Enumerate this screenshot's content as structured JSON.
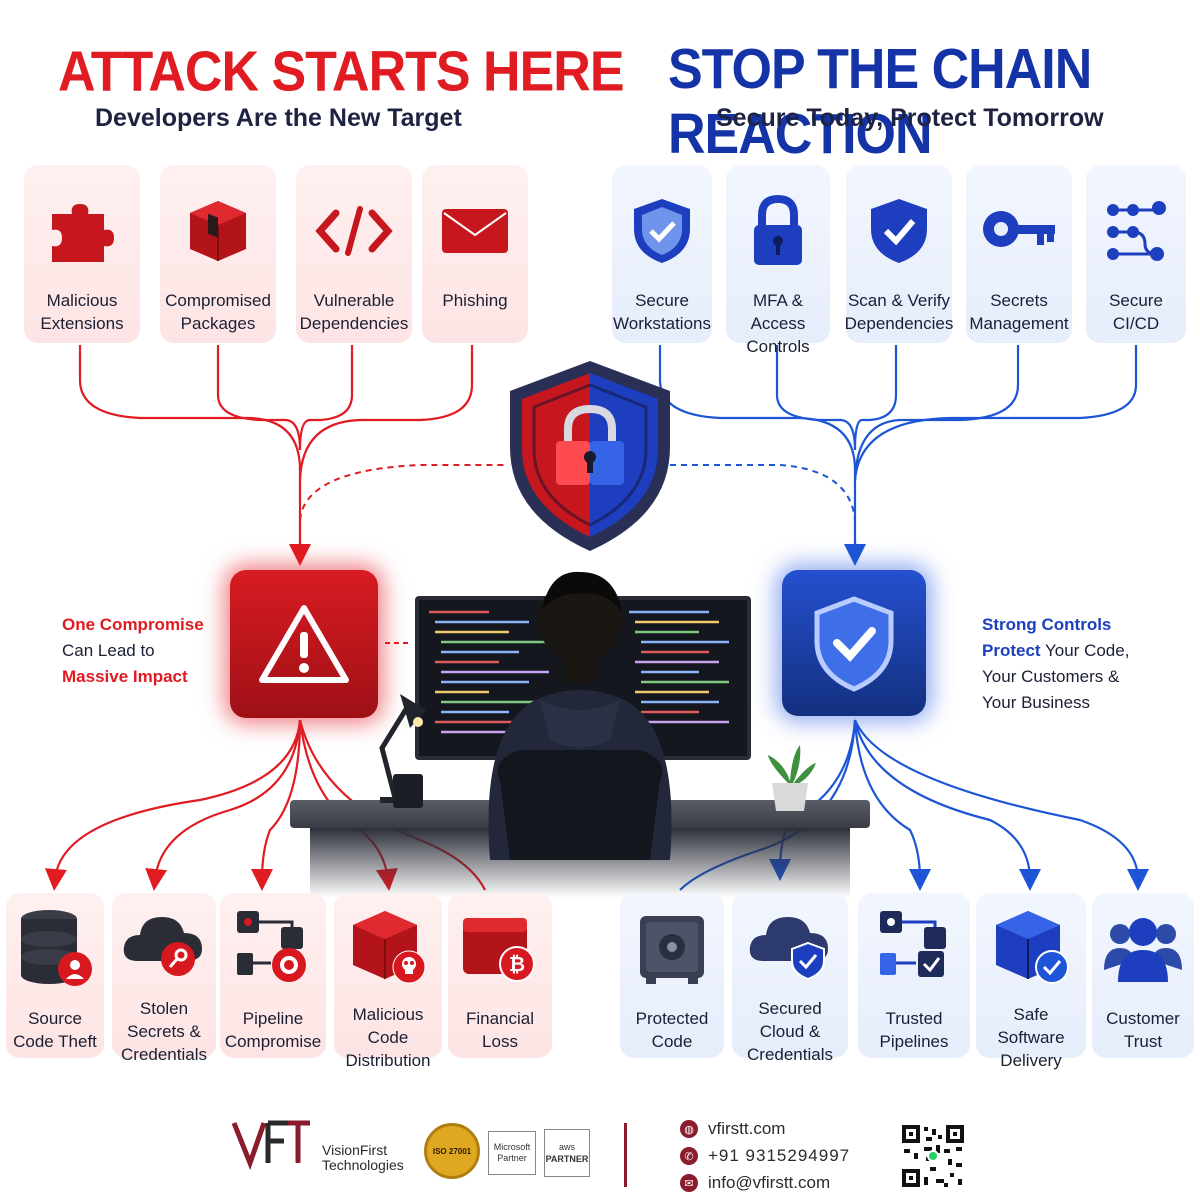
{
  "left_title": "ATTACK STARTS HERE",
  "left_subtitle": "Developers Are the New Target",
  "right_title": "STOP THE CHAIN REACTION",
  "right_subtitle": "Secure Today, Protect Tomorrow",
  "attack_vectors": [
    {
      "label": "Malicious Extensions",
      "icon": "puzzle-icon"
    },
    {
      "label": "Compromised Packages",
      "icon": "package-icon"
    },
    {
      "label": "Vulnerable Dependencies",
      "icon": "code-icon"
    },
    {
      "label": "Phishing",
      "icon": "envelope-icon"
    }
  ],
  "controls": [
    {
      "label": "Secure Workstations",
      "icon": "shield-check-icon"
    },
    {
      "label": "MFA & Access Controls",
      "icon": "padlock-icon"
    },
    {
      "label": "Scan & Verify Dependencies",
      "icon": "shield-check-icon"
    },
    {
      "label": "Secrets Management",
      "icon": "key-icon"
    },
    {
      "label": "Secure CI/CD",
      "icon": "pipeline-icon"
    }
  ],
  "left_callout": {
    "line1": "One Compromise",
    "line2": "Can Lead to",
    "line3": "Massive Impact"
  },
  "right_callout": {
    "line1": "Strong Controls",
    "line2a": "Protect",
    "line2b": " Your Code,",
    "line3": "Your Customers &",
    "line4": "Your Business"
  },
  "impacts": [
    {
      "label": "Source Code Theft",
      "icon": "database-icon"
    },
    {
      "label": "Stolen Secrets & Credentials",
      "icon": "cloud-key-icon"
    },
    {
      "label": "Pipeline Compromise",
      "icon": "pipeline-gear-icon"
    },
    {
      "label": "Malicious Code Distribution",
      "icon": "box-skull-icon"
    },
    {
      "label": "Financial Loss",
      "icon": "wallet-bitcoin-icon"
    }
  ],
  "outcomes": [
    {
      "label": "Protected Code",
      "icon": "vault-icon"
    },
    {
      "label": "Secured Cloud & Credentials",
      "icon": "cloud-shield-icon"
    },
    {
      "label": "Trusted Pipelines",
      "icon": "pipeline-check-icon"
    },
    {
      "label": "Safe Software Delivery",
      "icon": "box-check-icon"
    },
    {
      "label": "Customer Trust",
      "icon": "users-icon"
    }
  ],
  "footer": {
    "logo_mark": "VFT",
    "brand_line1": "VisionFirst",
    "brand_line2": "Technologies",
    "badge_iso": "ISO 27001",
    "badge_ms_1": "Microsoft",
    "badge_ms_2": "Partner",
    "badge_aws_1": "aws",
    "badge_aws_2": "PARTNER",
    "website": "vfirstt.com",
    "phone": "+91 9315294997",
    "email": "info@vfirstt.com"
  },
  "colors": {
    "red": "#e11b22",
    "blue": "#1d3fbf",
    "navy": "#1b1f33"
  }
}
